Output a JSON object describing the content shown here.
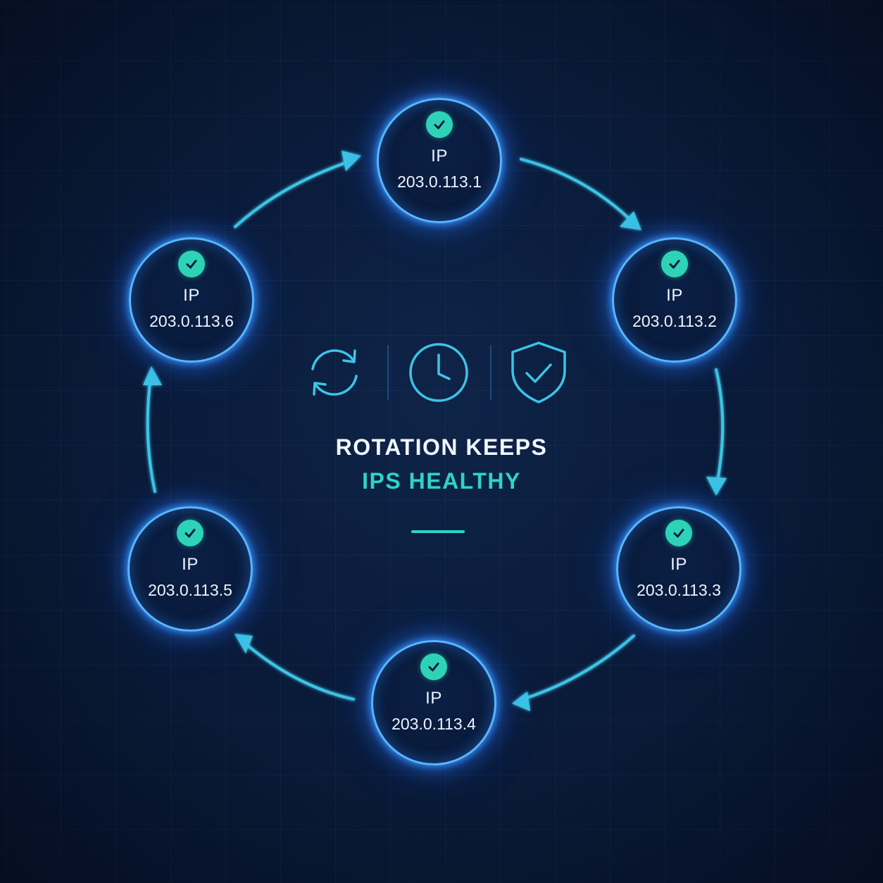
{
  "colors": {
    "accent": "#2ed3c7",
    "node_border": "#58b6ff",
    "arrow": "#3cc4e6",
    "check_fill": "#2ed3b7",
    "background": "#0a1b3a"
  },
  "nodes": [
    {
      "label": "IP",
      "ip": "203.0.113.1",
      "status_icon": "check-icon"
    },
    {
      "label": "IP",
      "ip": "203.0.113.2",
      "status_icon": "check-icon"
    },
    {
      "label": "IP",
      "ip": "203.0.113.3",
      "status_icon": "check-icon"
    },
    {
      "label": "IP",
      "ip": "203.0.113.4",
      "status_icon": "check-icon"
    },
    {
      "label": "IP",
      "ip": "203.0.113.5",
      "status_icon": "check-icon"
    },
    {
      "label": "IP",
      "ip": "203.0.113.6",
      "status_icon": "check-icon"
    }
  ],
  "center": {
    "icons": [
      "refresh-icon",
      "clock-icon",
      "shield-check-icon"
    ],
    "title_line1": "ROTATION KEEPS",
    "title_line2": "IPS HEALTHY"
  }
}
